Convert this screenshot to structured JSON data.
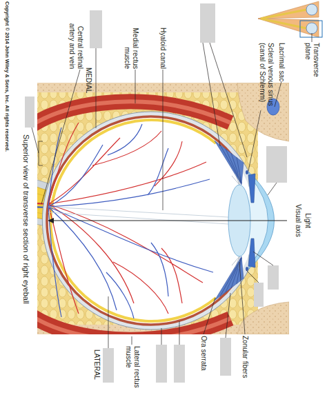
{
  "diagram": {
    "caption": "Superior view of transverse section of right eyeball",
    "labels": [
      "Transverse plane",
      "Lacrimal sac",
      "Scleral venous sinus (canal of Schlemm)",
      "Hyaloid canal",
      "Medial rectus muscle",
      "MEDIAL",
      "Central retinal artery and vein",
      "Light",
      "Visual axis",
      "Zonular fibers",
      "Ora serrata",
      "Lateral rectus muscle",
      "LATERAL",
      "Copyright © 2014 John Wiley & Sons, Inc. All rights reserved."
    ]
  }
}
